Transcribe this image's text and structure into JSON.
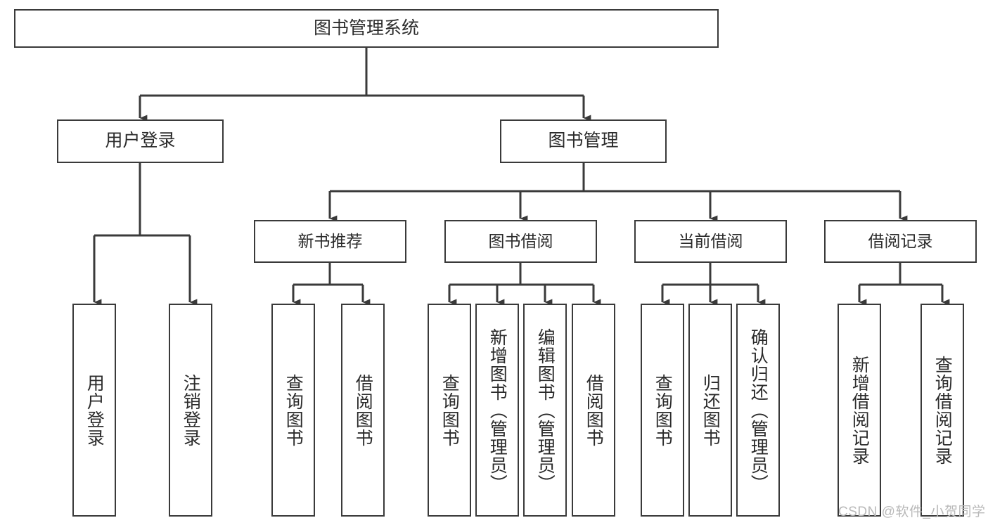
{
  "diagram": {
    "type": "tree-hierarchy",
    "title": "图书管理系统",
    "root": {
      "id": "root",
      "label": "图书管理系统"
    },
    "level2": [
      {
        "id": "user-login",
        "label": "用户登录"
      },
      {
        "id": "book-mgmt",
        "label": "图书管理"
      }
    ],
    "level3": [
      {
        "id": "new-book-rec",
        "label": "新书推荐",
        "parent": "book-mgmt"
      },
      {
        "id": "book-borrow",
        "label": "图书借阅",
        "parent": "book-mgmt"
      },
      {
        "id": "current-borrow",
        "label": "当前借阅",
        "parent": "book-mgmt"
      },
      {
        "id": "borrow-record",
        "label": "借阅记录",
        "parent": "book-mgmt"
      }
    ],
    "leaves": [
      {
        "id": "leaf-user-login",
        "label": "用户登录",
        "parent": "user-login"
      },
      {
        "id": "leaf-logout",
        "label": "注销登录",
        "parent": "user-login"
      },
      {
        "id": "leaf-query-book-1",
        "label": "查询图书",
        "parent": "new-book-rec"
      },
      {
        "id": "leaf-borrow-book-1",
        "label": "借阅图书",
        "parent": "new-book-rec"
      },
      {
        "id": "leaf-query-book-2",
        "label": "查询图书",
        "parent": "book-borrow"
      },
      {
        "id": "leaf-add-book",
        "label": "新增图书（管理员）",
        "parent": "book-borrow"
      },
      {
        "id": "leaf-edit-book",
        "label": "编辑图书（管理员）",
        "parent": "book-borrow"
      },
      {
        "id": "leaf-borrow-book-2",
        "label": "借阅图书",
        "parent": "book-borrow"
      },
      {
        "id": "leaf-query-book-3",
        "label": "查询图书",
        "parent": "current-borrow"
      },
      {
        "id": "leaf-return-book",
        "label": "归还图书",
        "parent": "current-borrow"
      },
      {
        "id": "leaf-confirm-return",
        "label": "确认归还（管理员）",
        "parent": "current-borrow"
      },
      {
        "id": "leaf-add-record",
        "label": "新增借阅记录",
        "parent": "borrow-record"
      },
      {
        "id": "leaf-query-record",
        "label": "查询借阅记录",
        "parent": "borrow-record"
      }
    ],
    "watermark": "CSDN @软件_小贺同学",
    "colors": {
      "box_border": "#3a3a3a",
      "box_fill": "#ffffff",
      "text": "#2b2b2b",
      "connector": "#3a3a3a",
      "watermark": "#b9b9b9",
      "background": "#ffffff"
    }
  }
}
